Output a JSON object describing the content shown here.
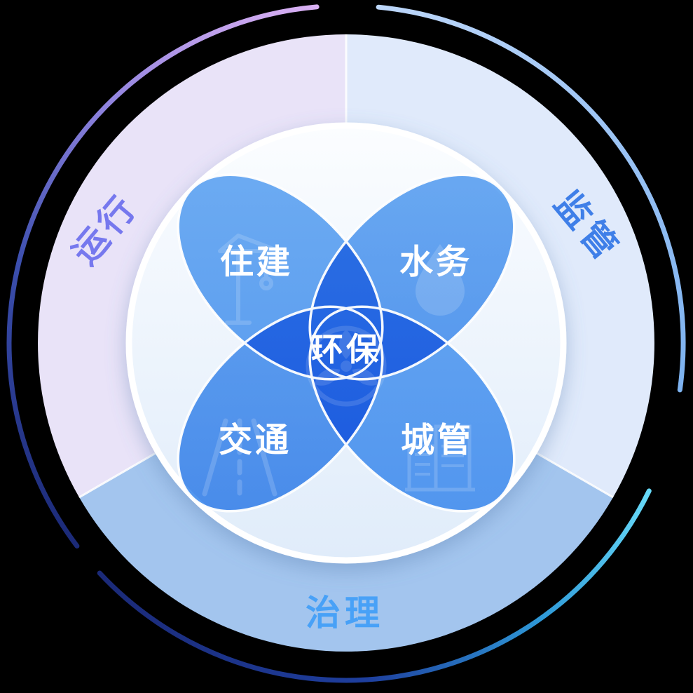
{
  "background_color": "#000000",
  "ring": {
    "sectors": [
      {
        "id": "operation",
        "label": "运行",
        "fill": "#e9e3f8",
        "label_color": "#7678ee"
      },
      {
        "id": "supervision",
        "label": "监管",
        "fill": "#e0eafb",
        "label_color": "#3f7fe8"
      },
      {
        "id": "governance",
        "label": "治理",
        "fill": "#a3c5ee",
        "label_color": "#48a1f7"
      }
    ],
    "divider_color": "#ffffff"
  },
  "outer_arcs": {
    "left": {
      "from": "#d9b0f3",
      "to": "#1b2a78"
    },
    "bottom": {
      "from": "#1b2a78",
      "to": "#67d9f8"
    },
    "top_right": {
      "from": "#bcd6f9",
      "to": "#7db2f0"
    }
  },
  "inner_circle": {
    "fill_top": "#fbfdff",
    "fill_bottom": "#e0ecfa",
    "rim": "#ffffff"
  },
  "petals": {
    "fill_top": "#6fadf2",
    "fill_bottom": "#4e93ee",
    "outline": "#ffffff",
    "overlap_fill_observed": "#2268df",
    "items": [
      {
        "id": "housing",
        "label": "住建",
        "icon": "crane-icon"
      },
      {
        "id": "water",
        "label": "水务",
        "icon": "water-drop-icon"
      },
      {
        "id": "transport",
        "label": "交通",
        "icon": "road-icon"
      },
      {
        "id": "urban",
        "label": "城管",
        "icon": "buildings-icon"
      }
    ],
    "center": {
      "label": "环保",
      "icon": "eco-wheel-icon"
    }
  }
}
